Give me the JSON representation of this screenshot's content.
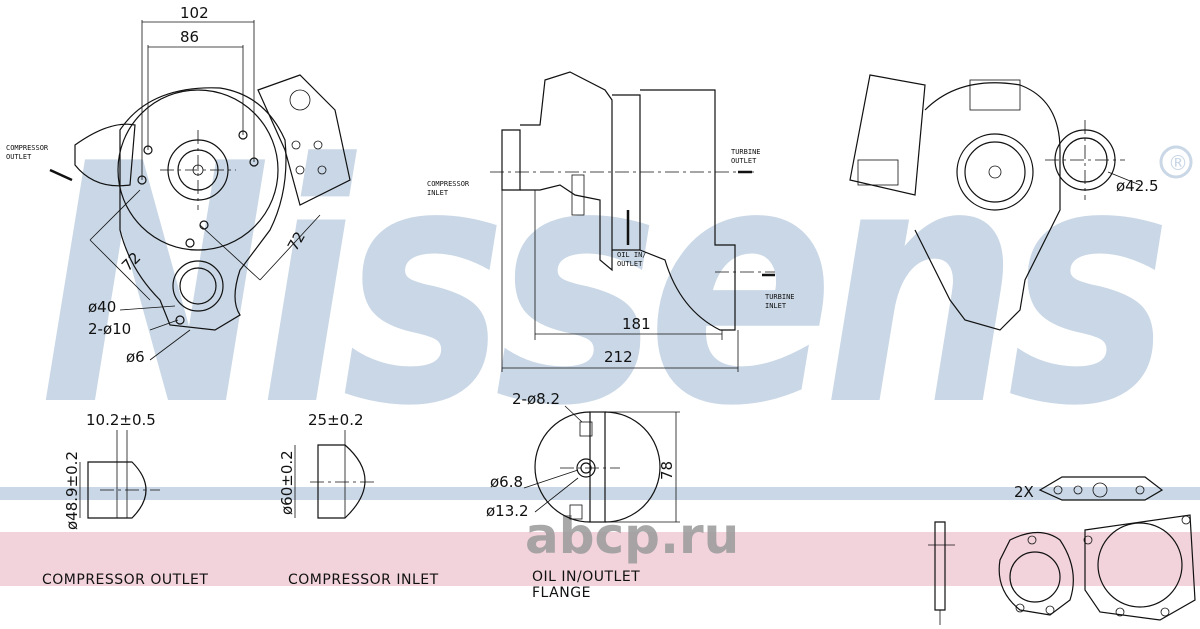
{
  "watermark": {
    "brand": "Nissens",
    "registered": "®",
    "site_logo": "abcp.ru"
  },
  "colors": {
    "watermark_blue": "#c9d7e6",
    "band_blue": "#c9d7e6",
    "band_pink": "#f2d3dc",
    "line": "#111111"
  },
  "front_view": {
    "dim_width_outer": "102",
    "dim_width_inner": "86",
    "dim_diag_left": "72",
    "dim_diag_right": "72",
    "dia_flange": "ø40",
    "holes": "2-ø10",
    "dia_small": "ø6",
    "label_compressor_outlet": [
      "COMPRESSOR",
      "OUTLET"
    ]
  },
  "side_view": {
    "label_compressor_inlet": [
      "COMPRESSOR",
      "INLET"
    ],
    "label_turbine_outlet": [
      "TURBINE",
      "OUTLET"
    ],
    "label_oil": [
      "OIL IN/",
      "OUTLET"
    ],
    "label_turbine_inlet": [
      "TURBINE",
      "INLET"
    ],
    "dim_181": "181",
    "dim_212": "212"
  },
  "rear_view": {
    "dia_outlet": "ø42.5"
  },
  "details": {
    "compressor_outlet": {
      "dim_len": "10.2±0.5",
      "dim_dia": "ø48.9±0.2",
      "caption": "COMPRESSOR OUTLET"
    },
    "compressor_inlet": {
      "dim_len": "25±0.2",
      "dim_dia": "ø60±0.2",
      "caption": "COMPRESSOR INLET"
    },
    "oil_flange": {
      "holes": "2-ø8.2",
      "dia_a": "ø6.8",
      "dia_b": "ø13.2",
      "height": "78",
      "caption": [
        "OIL IN/OUTLET",
        "FLANGE"
      ]
    },
    "gasket_qty": "2X"
  }
}
